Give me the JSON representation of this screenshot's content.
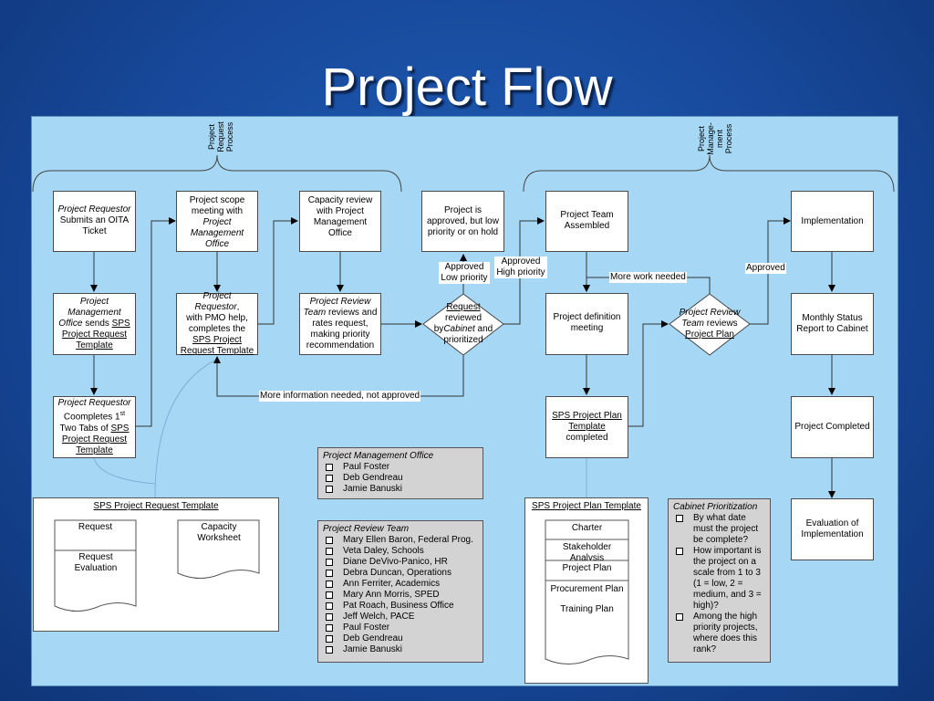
{
  "title": "Project Flow",
  "sections": {
    "request": "Project Request Process",
    "request_lines": [
      "Project",
      "Request",
      "Process"
    ],
    "mgmt_lines": [
      "Project",
      "Manage-",
      "ment",
      "Process"
    ]
  },
  "nodes": {
    "n1": {
      "italic": "Project Requestor",
      "text": "Submits an OITA Ticket"
    },
    "n2": {
      "l1": "Project",
      "l2": "Management",
      "l3": "Office",
      "l3b": " sends ",
      "l3c": "SPS",
      "l4": "Project Request",
      "l5": "Template"
    },
    "n3": {
      "italic": "Project Requestor",
      "l2": "Coompletes 1",
      "sup": "st",
      "l3a": "Two Tabs of ",
      "l3b": "SPS",
      "l4": "Project Request",
      "l5": "Template"
    },
    "n4": {
      "l1": "Project scope meeting with",
      "italic": "Project Management Office"
    },
    "n5": {
      "italic": "Project Requestor",
      "l1b": ",",
      "l2": "with PMO help,",
      "l3": "completes the",
      "l4": "SPS Project",
      "l5": "Request Template"
    },
    "n6": {
      "text": "Capacity review with Project Management Office"
    },
    "n7": {
      "italic": "Project Review Team",
      "text": "reviews and rates request, making priority recommendation"
    },
    "n8": {
      "text": "Project is approved, but low priority or on hold"
    },
    "n9": {
      "l1": "Request",
      "l2": "reviewed by",
      "italic": "Cabinet",
      "l3b": " and",
      "l4": "prioritized"
    },
    "n10": {
      "text": "Project Team Assembled"
    },
    "n11": {
      "text": "Project definition meeting"
    },
    "n12": {
      "l1": "SPS Project Plan",
      "l2": "Template",
      "l3": "completed"
    },
    "n13": {
      "italic1": "Project Review",
      "italic2": "Team",
      "l2b": " reviews",
      "l3": "Project Plan"
    },
    "n14": {
      "text": "Implementation"
    },
    "n15": {
      "text": "Monthly Status Report to Cabinet"
    },
    "n16": {
      "text": "Project Completed"
    },
    "n17": {
      "text": "Evaluation of Implementation"
    }
  },
  "edges": {
    "approved_low": "Approved Low priority",
    "approved_high": "Approved High priority",
    "more_work": "More work needed",
    "approved": "Approved",
    "more_info": "More information needed, not approved"
  },
  "pmo": {
    "title": "Project Management Office",
    "members": [
      "Paul Foster",
      "Deb Gendreau",
      "Jamie Banuski"
    ]
  },
  "prt": {
    "title": "Project Review Team",
    "members": [
      "Mary Ellen Baron, Federal Prog.",
      "Veta Daley, Schools",
      "Diane DeVivo-Panico, HR",
      "Debra Duncan, Operations",
      "Ann Ferriter, Academics",
      "Mary Ann Morris, SPED",
      "Pat Roach, Business Office",
      "Jeff Welch, PACE",
      "Paul Foster",
      "Deb Gendreau",
      "Jamie Banuski"
    ]
  },
  "cabinet": {
    "title": "Cabinet Prioritization",
    "items": [
      "By what date must the project be complete?",
      "How important is the project on a scale from 1 to 3 (1 = low, 2 = medium, and 3 = high)?",
      "Among the high priority projects, where does this rank?"
    ]
  },
  "request_template": {
    "title": "SPS Project Request Template",
    "doc1": "Request",
    "doc1b": "Request Evaluation",
    "doc2": "Capacity Worksheet"
  },
  "plan_template": {
    "title": "SPS Project Plan Template",
    "docs": [
      "Charter",
      "Stakeholder Analysis",
      "Project Plan",
      "Procurement Plan",
      "Training Plan"
    ]
  }
}
